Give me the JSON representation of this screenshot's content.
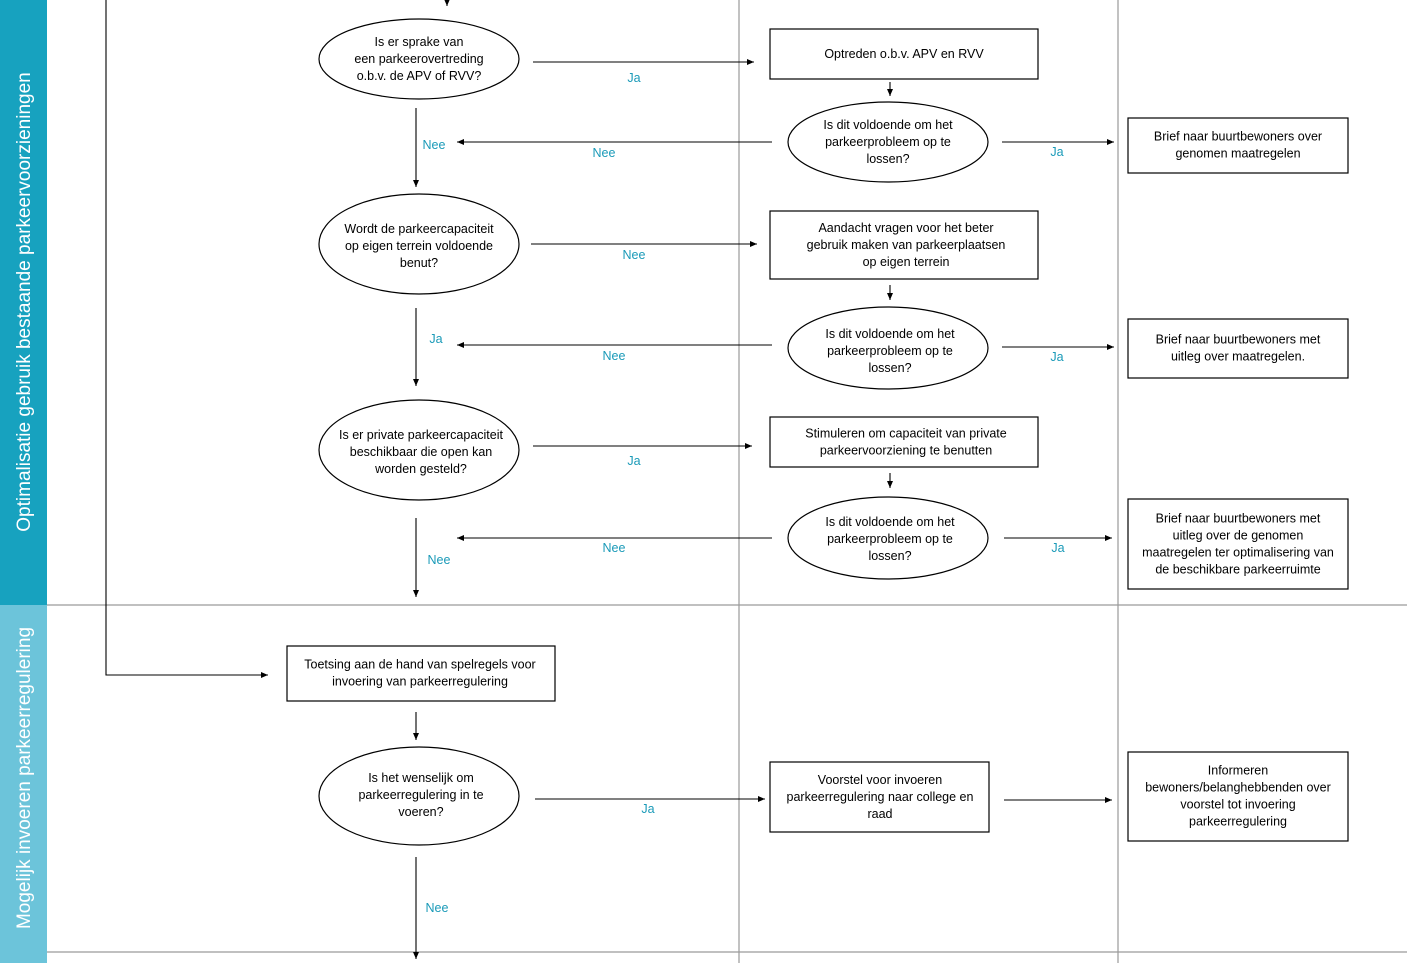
{
  "colors": {
    "lane1": "#17a2bf",
    "lane2": "#6cc4da",
    "label": "#1a9ab8"
  },
  "lanes": [
    {
      "id": "lane-optimalisatie",
      "label": "Optimalisatie gebruik bestaande parkeervoorzieningen"
    },
    {
      "id": "lane-regulering",
      "label": "Mogelijk invoeren parkeerregulering"
    }
  ],
  "nodes": {
    "q1": [
      "Is er sprake van",
      "een parkeerovertreding",
      "o.b.v. de APV of RVV?"
    ],
    "a1": [
      "Optreden o.b.v. APV en RVV"
    ],
    "c1": [
      "Is dit voldoende om het",
      "parkeerprobleem op te",
      "lossen?"
    ],
    "b1": [
      "Brief naar buurtbewoners over",
      "genomen maatregelen"
    ],
    "q2": [
      "Wordt de parkeercapaciteit",
      "op eigen terrein voldoende",
      "benut?"
    ],
    "a2": [
      "Aandacht vragen voor het beter",
      "gebruik maken van parkeerplaatsen",
      "op eigen terrein"
    ],
    "c2": [
      "Is dit voldoende om het",
      "parkeerprobleem op te",
      "lossen?"
    ],
    "b2": [
      "Brief naar buurtbewoners met",
      "uitleg over maatregelen."
    ],
    "q3": [
      "Is er private parkeercapaciteit",
      "beschikbaar die open kan",
      "worden gesteld?"
    ],
    "a3": [
      "Stimuleren om capaciteit van private",
      "parkeervoorziening te benutten"
    ],
    "c3": [
      "Is dit voldoende om het",
      "parkeerprobleem op te",
      "lossen?"
    ],
    "b3": [
      "Brief naar buurtbewoners met",
      "uitleg over de genomen",
      "maatregelen ter optimalisering van",
      "de beschikbare parkeerruimte"
    ],
    "t1": [
      "Toetsing aan de hand van spelregels voor",
      "invoering van parkeerregulering"
    ],
    "q4": [
      "Is het wenselijk om",
      "parkeerregulering in te",
      "voeren?"
    ],
    "v1": [
      "Voorstel voor invoeren",
      "parkeerregulering naar college en",
      "raad"
    ],
    "i1": [
      "Informeren",
      "bewoners/belanghebbenden over",
      "voorstel tot invoering",
      "parkeerregulering"
    ]
  },
  "edge_labels": {
    "q1_a1": "Ja",
    "v_q1_q2": "Nee",
    "c1_back": "Nee",
    "c1_b1": "Ja",
    "q2_a2": "Nee",
    "v_q2_q3": "Ja",
    "c2_back": "Nee",
    "c2_b2": "Ja",
    "q3_a3": "Ja",
    "v_q3_down": "Nee",
    "c3_back": "Nee",
    "c3_b3": "Ja",
    "q4_v1": "Ja",
    "v_q4_down": "Nee"
  }
}
